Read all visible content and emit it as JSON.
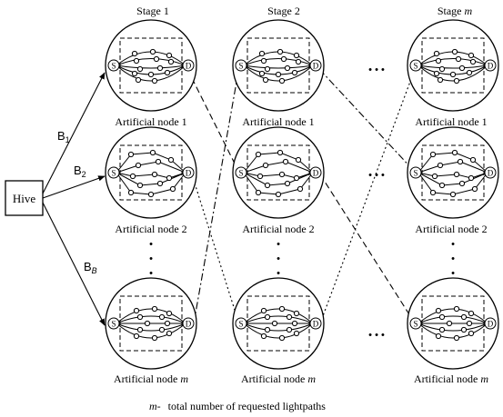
{
  "hive_label": "Hive",
  "stage_labels": [
    {
      "prefix": "Stage ",
      "suffix": "1"
    },
    {
      "prefix": "Stage ",
      "suffix": "2"
    },
    {
      "prefix": "Stage ",
      "suffix": "m"
    }
  ],
  "node_label_prefix": "Artificial node ",
  "row_suffixes": [
    "1",
    "2",
    "m"
  ],
  "source_label": "S",
  "dest_label": "D",
  "branch_labels": [
    {
      "main": "B",
      "sub": "1"
    },
    {
      "main": "B",
      "sub": "2"
    },
    {
      "main": "B",
      "sub": "B"
    }
  ],
  "ellipsis": "• • •",
  "footer": {
    "variable": "m-",
    "text": "total number of requested lightpaths"
  }
}
